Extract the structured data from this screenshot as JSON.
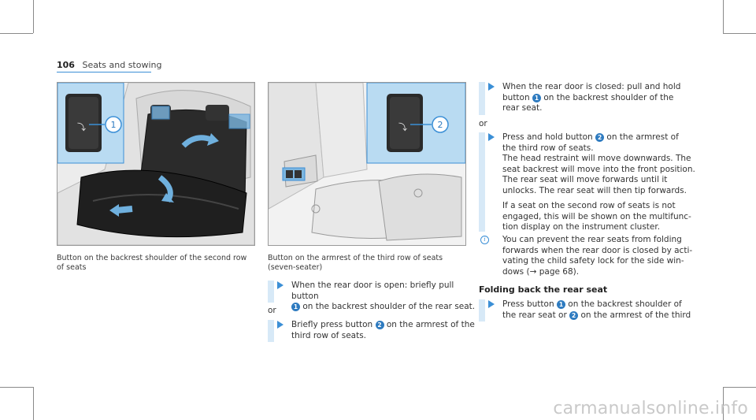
{
  "header": {
    "page_number": "106",
    "section_title": "Seats and stowing"
  },
  "figure1": {
    "callout": "1",
    "caption": "Button on the backrest shoulder of the second row of seats"
  },
  "figure2": {
    "callout": "2",
    "caption": "Button on the armrest of the third row of seats (seven-seater)"
  },
  "col2": {
    "step1": {
      "pre": "When the rear door is open: briefly pull button",
      "num": "1",
      "post": "on the backrest shoulder of the rear seat."
    },
    "or": "or",
    "step2": {
      "pre": "Briefly press button",
      "num": "2",
      "post1": "on the armrest of the",
      "post2": "third row of seats."
    }
  },
  "col3": {
    "step1": {
      "line1": "When the rear door is closed: pull and hold",
      "pre": "button",
      "num": "1",
      "post": "on the backrest shoulder of the",
      "line3": "rear seat."
    },
    "or": "or",
    "step2": {
      "pre": "Press and hold button",
      "num": "2",
      "post": "on the armrest of",
      "lines": [
        "the third row of seats.",
        "The head restraint will move downwards. The",
        "seat backrest will move into the front position.",
        "The rear seat will move forwards until it",
        "unlocks. The rear seat will then tip forwards."
      ],
      "para2": [
        "If a seat on the second row of seats is not",
        "engaged, this will be shown on the multifunc-",
        "tion display on the instrument cluster."
      ]
    },
    "note": {
      "icon": "i",
      "lines": [
        "You can prevent the rear seats from folding",
        "forwards when the rear door is closed by acti-",
        "vating the child safety lock for the side win-",
        "dows (→ page 68)."
      ]
    },
    "heading": "Folding back the rear seat",
    "step3": {
      "pre": "Press button",
      "num1": "1",
      "mid": "on the backrest shoulder of",
      "pre2": "the rear seat or",
      "num2": "2",
      "post2": "on the armrest of the third"
    }
  },
  "watermark": "carmanualsonline.info"
}
